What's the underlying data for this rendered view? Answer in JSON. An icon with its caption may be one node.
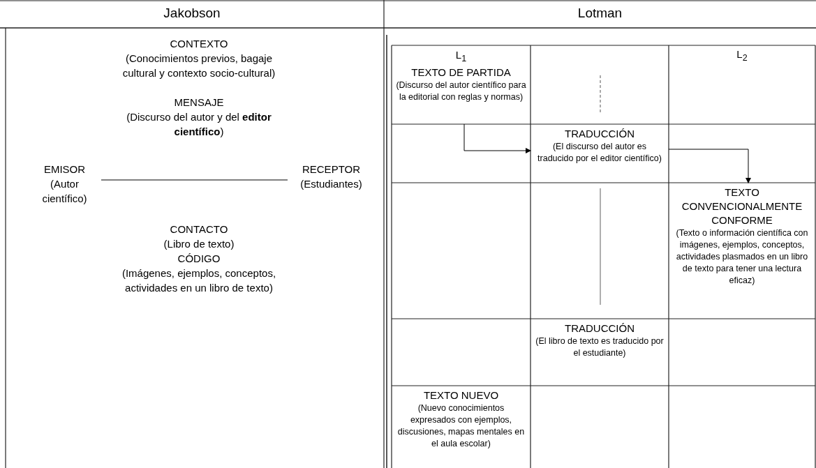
{
  "diagram": {
    "nodes": [
      {
        "text": [
          "EMISOR",
          "(Autor científico)"
        ]
      },
      {
        "text": [
          "RECEPTOR",
          "(Estudiantes)"
        ]
      },
      {
        "text": [
          "L$_{1}$",
          "TEXTO DE PARTIDA",
          "(Discurso del autor científico para la editorial con reglas y normas)"
        ]
      },
      {
        "text": [
          "TRADUCCIÓN",
          "(El discurso del autor es traducido por el editor científico)"
        ]
      },
      {
        "text": [
          "TEXTO CONVENCIONALMENTE CONFORME",
          "(Texto o información científica con imágenes, ejemplos, conceptos, actividades plasmados en un libro de texto para tener una lectura eficaz)"
        ]
      },
      {
        "text": [
          "TRADUCCIÓN",
          "(El libro de texto es traducido por el estudiante)"
        ]
      },
      {
        "text": [
          "TEXTO NUEVO",
          "(Nuevo conocimientos expresados con ejemplos, discusiones, mapas mentales en el aula escolar)"
        ]
      }
    ],
    "edges": [
      {
        "from": 0,
        "to": 1,
        "arrow": "none"
      },
      {
        "from": 2,
        "to": 3,
        "arrow": "to"
      },
      {
        "from": 3,
        "to": 4,
        "arrow": "to"
      }
    ],
    "labels": [
      "Jakobson",
      "Lotman",
      "CONTEXTO",
      "(Conocimientos previos, bagaje cultural y contexto socio-cultural)",
      "MENSAJE",
      "(Discurso del autor y del **editor científico**)",
      "CONTACTO",
      "(Libro de texto)",
      "CÓDIGO",
      "(Imágenes, ejemplos, conceptos, actividades en un libro de texto)",
      "L$_{2}$"
    ]
  }
}
